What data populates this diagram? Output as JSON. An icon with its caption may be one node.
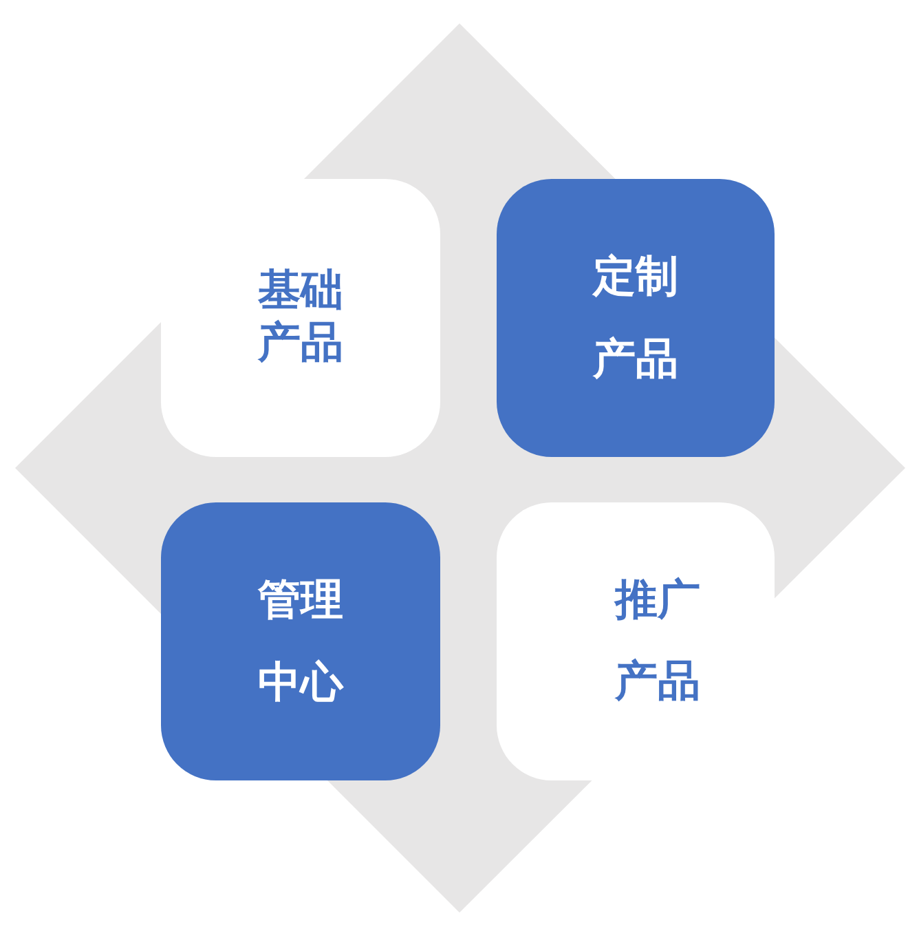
{
  "diagram": {
    "nodes": [
      {
        "text": [
          "基础产品"
        ]
      },
      {
        "text": [
          "定制产品"
        ]
      },
      {
        "text": [
          "管理中心"
        ]
      },
      {
        "text": [
          "推广产品"
        ]
      }
    ]
  }
}
